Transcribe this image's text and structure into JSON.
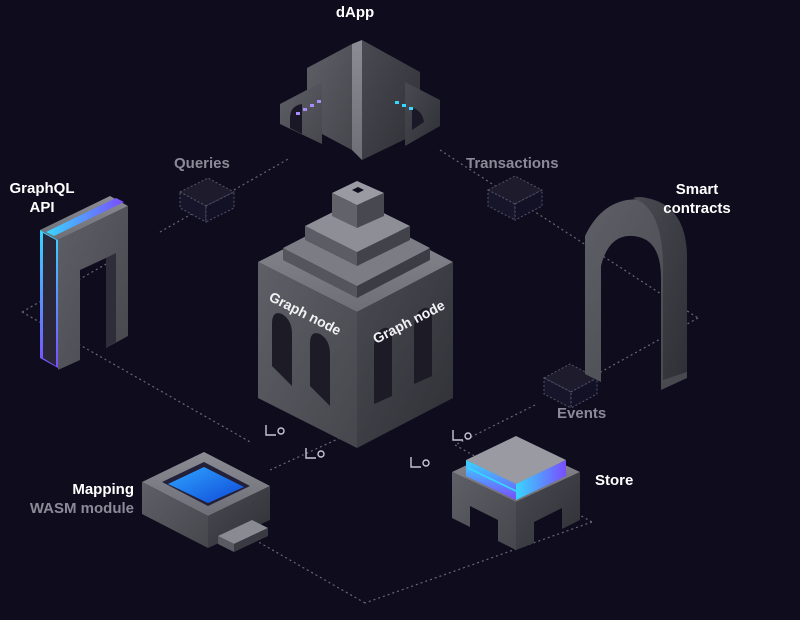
{
  "nodes": {
    "dapp": {
      "label": "dApp"
    },
    "graphql": {
      "line1": "GraphQL",
      "line2": "API"
    },
    "smart_contracts": {
      "line1": "Smart",
      "line2": "contracts"
    },
    "mapping": {
      "line1": "Mapping",
      "line2": "WASM module"
    },
    "store": {
      "label": "Store"
    },
    "graph_node": {
      "face_left": "Graph node",
      "face_right": "Graph node"
    }
  },
  "edges": {
    "queries": "Queries",
    "transactions": "Transactions",
    "events": "Events"
  },
  "colors": {
    "background": "#0e0c1d",
    "label_primary": "#ffffff",
    "label_secondary": "#8d8a98",
    "accent_cyan": "#38d6ff",
    "accent_purple": "#7a4dff",
    "water_blue": "#1e7bff"
  }
}
